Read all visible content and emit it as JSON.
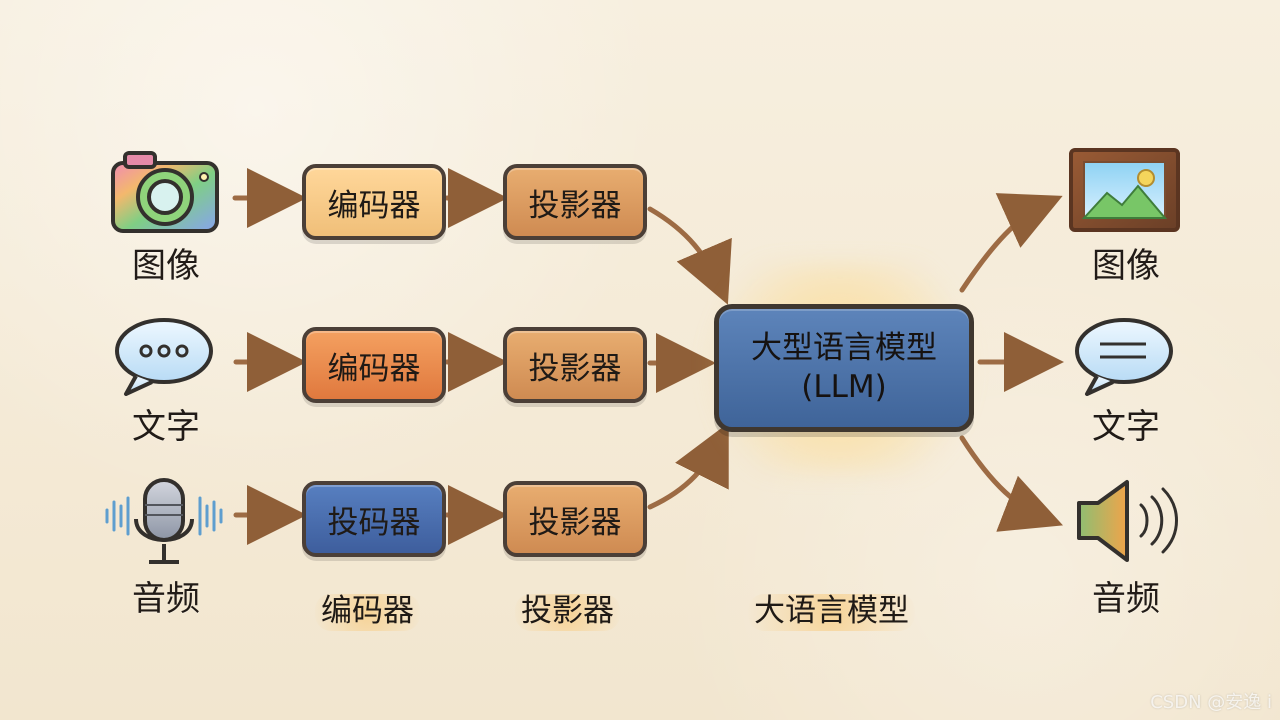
{
  "inputs": [
    {
      "label": "图像",
      "icon": "camera-icon"
    },
    {
      "label": "文字",
      "icon": "chat-bubble-icon"
    },
    {
      "label": "音频",
      "icon": "microphone-icon"
    }
  ],
  "processing": {
    "top": {
      "encoder": "编码器",
      "projector": "投影器"
    },
    "middle": {
      "encoder": "编码器",
      "projector": "投影器"
    },
    "bottom": {
      "encoder": "投码器",
      "projector": "投影器"
    }
  },
  "llm": {
    "title": "大型语言模型",
    "subtitle": "(LLM)"
  },
  "outputs": [
    {
      "label": "图像",
      "icon": "image-frame-icon"
    },
    {
      "label": "文字",
      "icon": "message-bubble-icon"
    },
    {
      "label": "音频",
      "icon": "speaker-icon"
    }
  ],
  "bottom_labels": {
    "encoder": "编码器",
    "projector": "投影器",
    "llm": "大语言模型"
  },
  "watermark": "CSDN @安逸 i",
  "colors": {
    "background": "#f5ecd9",
    "arrow": "#a66b3f",
    "outline": "#4b3f37",
    "llm_blue": "#4f74aa"
  }
}
